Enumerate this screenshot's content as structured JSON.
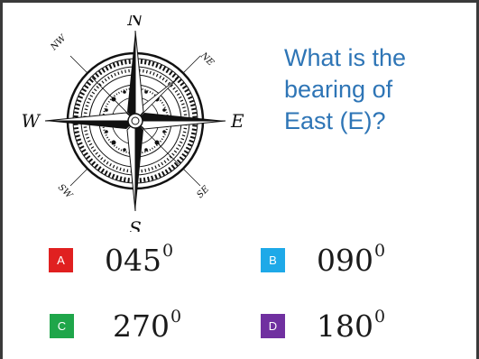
{
  "compass": {
    "north": "N",
    "south": "S",
    "east": "E",
    "west": "W",
    "northeast": "NE",
    "northwest": "NW",
    "southeast": "SE",
    "southwest": "SW"
  },
  "question": {
    "line1": "What is the",
    "line2": "bearing of",
    "line3": "East (E)?"
  },
  "options": [
    {
      "letter": "A",
      "value": "045",
      "superscript": "0",
      "color": "#e02020"
    },
    {
      "letter": "B",
      "value": "090",
      "superscript": "0",
      "color": "#1ea9e8"
    },
    {
      "letter": "C",
      "value": "270",
      "superscript": "0",
      "color": "#1fa64a"
    },
    {
      "letter": "D",
      "value": "180",
      "superscript": "0",
      "color": "#7030a0"
    }
  ],
  "colors": {
    "question_text": "#2e75b6",
    "border": "#3a3a3a"
  }
}
